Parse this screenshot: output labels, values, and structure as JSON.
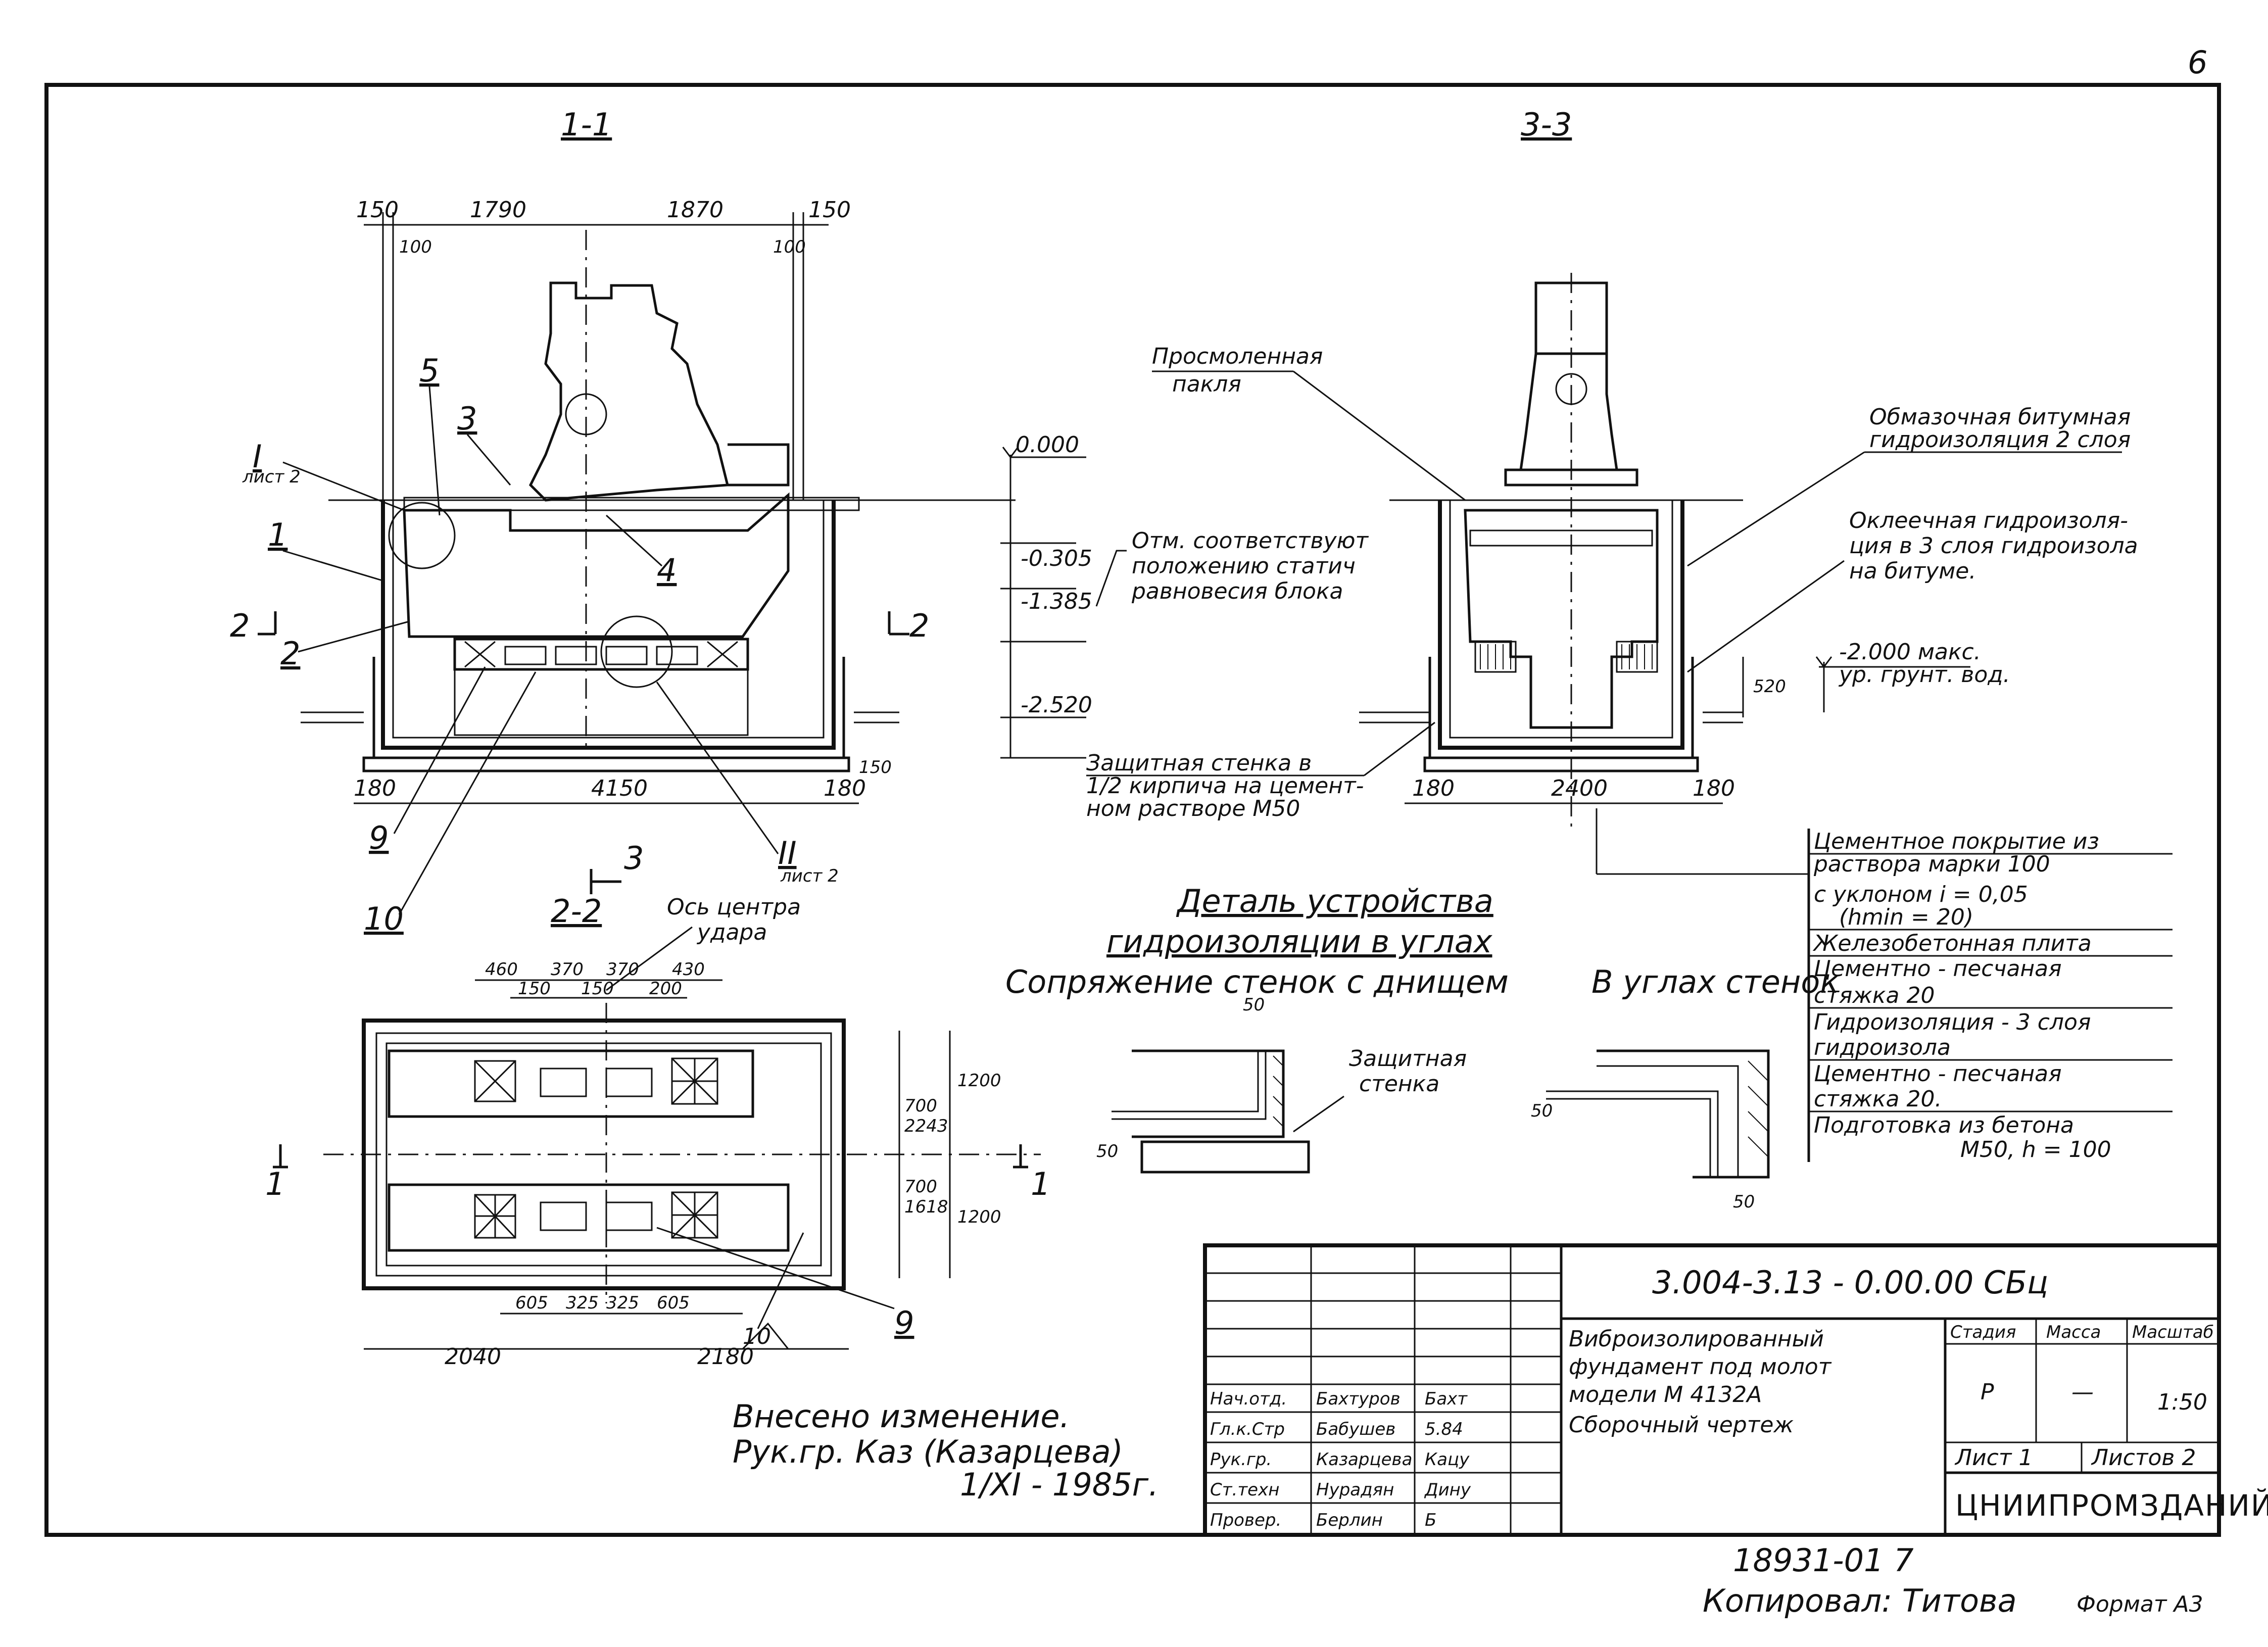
{
  "sheet": {
    "page_number": "6",
    "designation": "3.004-3.13 - 0.00.00 СБц",
    "title_lines": [
      "Виброизолированный",
      "фундамент под молот",
      "модели М 4132А",
      "Сборочный чертеж"
    ],
    "stage_header": "Стадия",
    "mass_header": "Масса",
    "scale_header": "Масштаб",
    "stage": "Р",
    "mass": "—",
    "scale": "1:50",
    "sheet_label": "Лист 1",
    "sheets_label": "Листов 2",
    "organization": "ЦНИИПРОМЗДАНИЙ",
    "signatures": [
      {
        "role": "Нач.отд.",
        "name": "Бахтуров",
        "sign": "Бахт"
      },
      {
        "role": "Гл.к.Стр",
        "name": "Бабушев",
        "sign": "5.84"
      },
      {
        "role": "Рук.гр.",
        "name": "Казарцева",
        "sign": "Кацу"
      },
      {
        "role": "Ст.техн",
        "name": "Нурадян",
        "sign": "Дину"
      },
      {
        "role": "Провер.",
        "name": "Берлин",
        "sign": "Б"
      }
    ],
    "archive_number": "18931-01 7",
    "copied_by": "Копировал: Титова",
    "format": "Формат А3"
  },
  "change_note": {
    "line1": "Внесено изменение.",
    "line2": "Рук.гр. Каз (Казарцева)",
    "line3": "1/XI - 1985г."
  },
  "section_1_1": {
    "title": "1-1",
    "dims_top": [
      "150",
      "1790",
      "1870",
      "150"
    ],
    "dims_small": [
      "100",
      "100"
    ],
    "dim_bottom": "4150",
    "dim_bottom_left": "180",
    "dim_bottom_right": "180",
    "dim_right_small": "150",
    "levels": [
      "0.000",
      "-0.305",
      "-1.385",
      "-2.520"
    ],
    "level_note": [
      "Отм. соответствуют",
      "положению статич",
      "равновесия блока"
    ],
    "cut_mark_2": "2",
    "cut_mark_3": "3",
    "detail_I": "I",
    "detail_I_sheet": "лист 2",
    "detail_II": "II",
    "detail_II_sheet": "лист 2",
    "callouts": [
      "1",
      "2",
      "3",
      "4",
      "5",
      "9",
      "10"
    ]
  },
  "section_3_3": {
    "title": "3-3",
    "pac_label": [
      "Просмоленная",
      "пакля"
    ],
    "bitumen_label": [
      "Обмазочная битумная",
      "гидроизоляция 2 слоя"
    ],
    "glue_label": [
      "Оклеечная гидроизоля-",
      "ция в 3 слоя гидроизола",
      "на битуме."
    ],
    "groundwater": [
      "-2.000 макс.",
      "ур. грунт. вод."
    ],
    "dim_520": "520",
    "wall_label": [
      "Защитная стенка в",
      "1/2 кирпича на цемент-",
      "ном растворе М50"
    ],
    "dims_bottom": [
      "180",
      "2400",
      "180"
    ]
  },
  "layers_note": [
    "Цементное покрытие из",
    "раствора марки 100",
    "с уклоном i = 0,05",
    "(hmin = 20)",
    "Железобетонная плита",
    "Цементно - песчаная",
    "стяжка 20",
    "Гидроизоляция - 3 слоя",
    "гидроизола",
    "Цементно - песчаная",
    "стяжка 20.",
    "Подготовка из бетона",
    "М50, h = 100"
  ],
  "detail": {
    "title_1": "Деталь устройства",
    "title_2": "гидроизоляции в углах",
    "left_caption": "Сопряжение стенок с днищем",
    "right_caption": "В углах стенок",
    "protective_wall": [
      "Защитная",
      "стенка"
    ],
    "dim50": "50"
  },
  "plan_2_2": {
    "title": "2-2",
    "axis_label": [
      "Ось центра",
      "удара"
    ],
    "dims_top": [
      "460",
      "370",
      "370",
      "430"
    ],
    "dims_top_small": [
      "150",
      "150",
      "200"
    ],
    "dims_right": [
      "700",
      "1200",
      "700",
      "1200"
    ],
    "dims_right_small": [
      "2243",
      "1618"
    ],
    "dims_bottom_inner": [
      "605",
      "325",
      "325",
      "605"
    ],
    "dims_bottom": [
      "2040",
      "2180"
    ],
    "cut_mark": "1",
    "callouts": [
      "9",
      "10"
    ]
  }
}
